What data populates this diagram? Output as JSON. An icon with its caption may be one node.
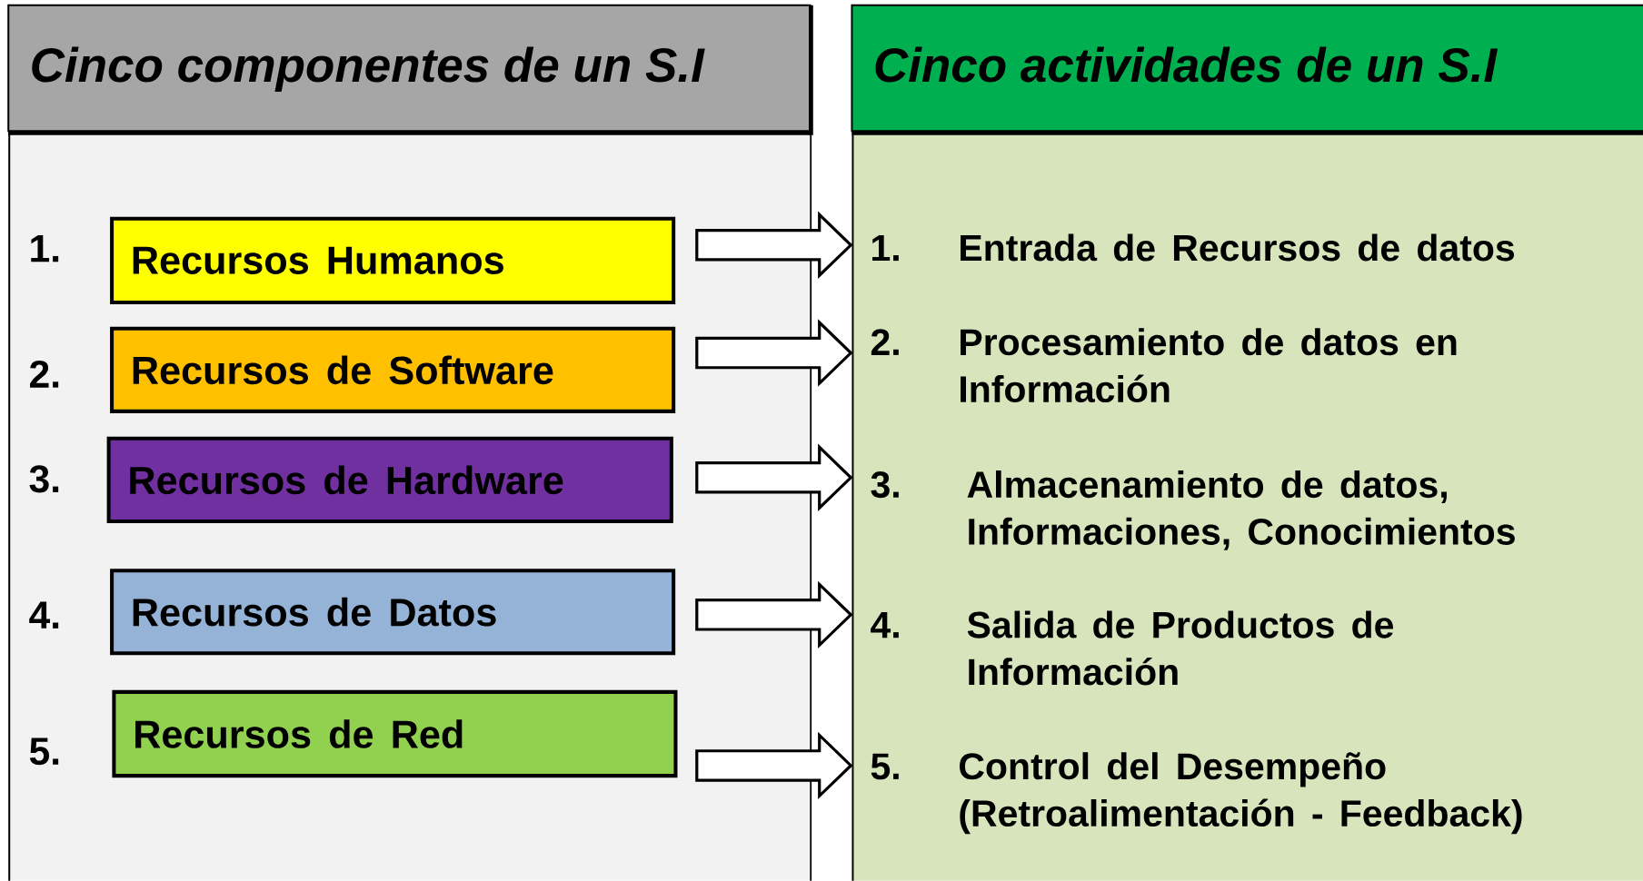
{
  "diagram": {
    "nodes": [
      {
        "text": [
          "Cinco componentes de un S.I"
        ]
      },
      {
        "text": [
          "Cinco actividades de un S.I"
        ]
      },
      {
        "text": [
          "Recursos Humanos"
        ],
        "in": 0,
        "beside": [
          "1."
        ]
      },
      {
        "text": [
          "Recursos de Software"
        ],
        "in": 0,
        "beside": [
          "2."
        ]
      },
      {
        "text": [
          "Recursos de Hardware"
        ],
        "in": 0,
        "beside": [
          "3."
        ]
      },
      {
        "text": [
          "Recursos de Datos"
        ],
        "in": 0,
        "beside": [
          "4."
        ]
      },
      {
        "text": [
          "Recursos de Red"
        ],
        "in": 0,
        "beside": [
          "5."
        ]
      },
      {
        "text": [
          "1.",
          "Entrada de Recursos de datos"
        ],
        "in": 1
      },
      {
        "text": [
          "2.",
          "Procesamiento de datos en Información"
        ],
        "in": 1
      },
      {
        "text": [
          "3.",
          "Almacenamiento de datos, Informaciones, Conocimientos"
        ],
        "in": 1
      },
      {
        "text": [
          "4.",
          "Salida de Productos de Información"
        ],
        "in": 1
      },
      {
        "text": [
          "5.",
          "Control del Desempeño (Retroalimentación - Feedback)"
        ],
        "in": 1
      }
    ],
    "edges": [
      {
        "from": 2,
        "to": 7,
        "arrow": "to"
      },
      {
        "from": 3,
        "to": 8,
        "arrow": "to"
      },
      {
        "from": 4,
        "to": 9,
        "arrow": "to"
      },
      {
        "from": 5,
        "to": 10,
        "arrow": "to"
      },
      {
        "from": 6,
        "to": 11,
        "arrow": "to"
      }
    ]
  }
}
